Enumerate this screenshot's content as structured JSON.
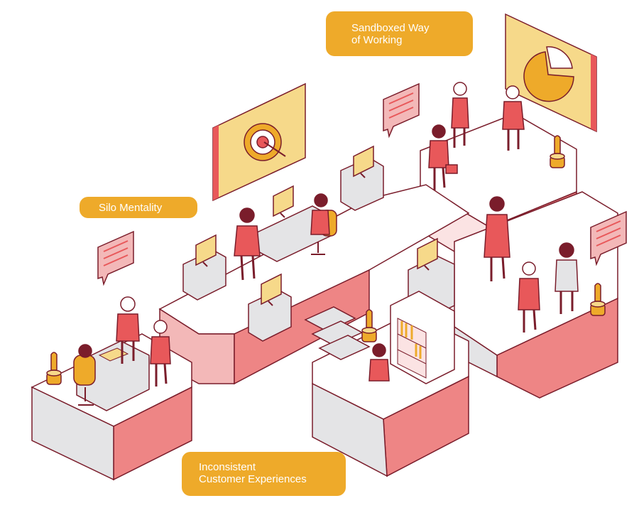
{
  "labels": {
    "sandboxed": {
      "line1": "Sandboxed Way",
      "line2": "of Working"
    },
    "silo": {
      "text": "Silo Mentality"
    },
    "inconsistent": {
      "line1": "Inconsistent",
      "line2": "Customer Experiences"
    }
  },
  "colors": {
    "accent_yellow": "#eeaa2a",
    "pale_yellow": "#f6d98a",
    "coral": "#e8585a",
    "salmon": "#ee8585",
    "pink": "#f3b8b8",
    "light_pink": "#fbe3e3",
    "dark_red": "#7a1d2b",
    "outline": "#8a2434",
    "grey": "#e4e4e6",
    "white": "#ffffff"
  },
  "icons": [
    "target-icon",
    "pie-chart-icon",
    "speech-bubble-icon",
    "lamp-icon",
    "monitor-icon",
    "bookshelf-icon",
    "stairs-icon"
  ]
}
